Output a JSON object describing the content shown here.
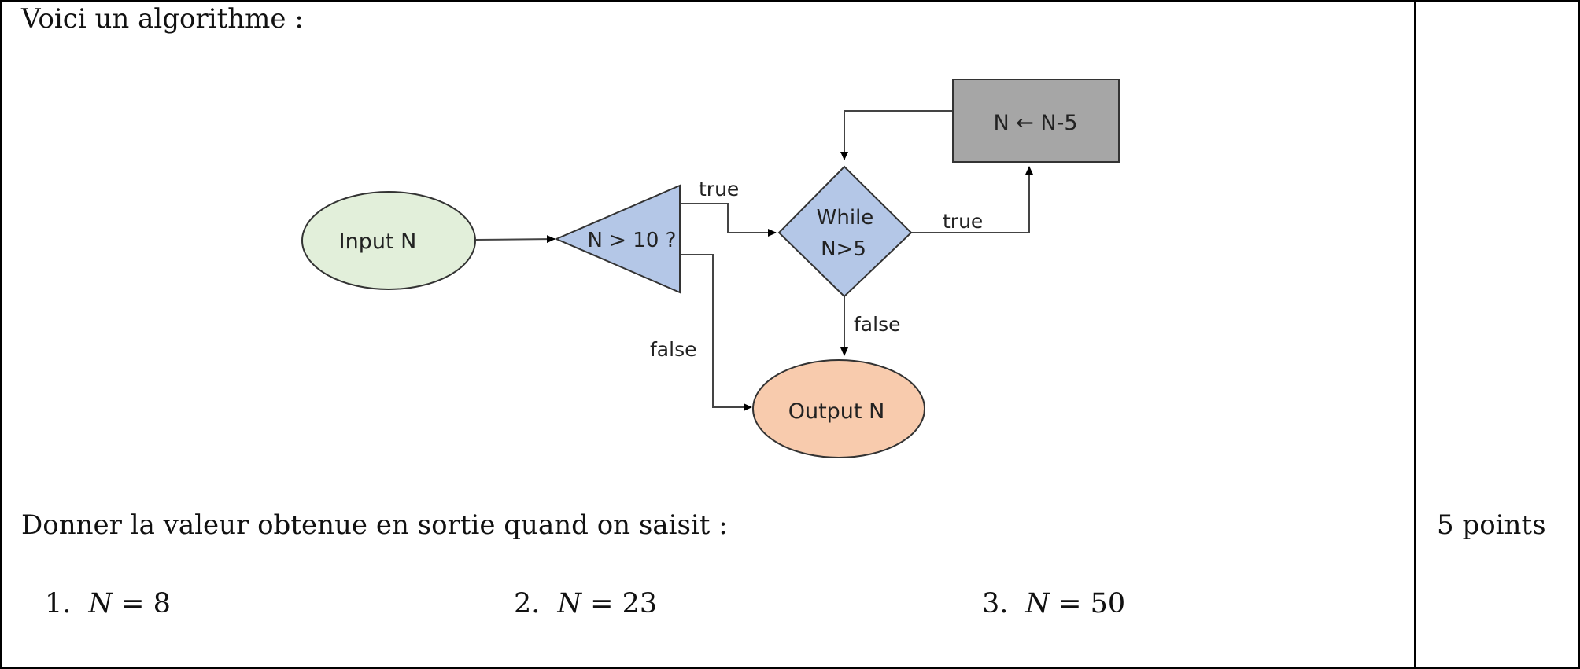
{
  "intro": "Voici un algorithme :",
  "diagram": {
    "input_label": "Input N",
    "test_label": "N > 10 ?",
    "loop_line1": "While",
    "loop_line2": "N>5",
    "assign_label": "N ← N-5",
    "output_label": "Output N",
    "edge_true_1": "true",
    "edge_true_2": "true",
    "edge_false_1": "false",
    "edge_false_2": "false",
    "colors": {
      "input_fill": "#e2efda",
      "test_fill": "#b4c7e7",
      "loop_fill": "#b4c7e7",
      "assign_fill": "#a6a6a6",
      "output_fill": "#f8cbad"
    }
  },
  "question": "Donner la valeur obtenue en sortie quand on saisit :",
  "points": "5 points",
  "items": [
    {
      "num": "1.",
      "var": "N",
      "rest": " = 8"
    },
    {
      "num": "2.",
      "var": "N",
      "rest": " = 23"
    },
    {
      "num": "3.",
      "var": "N",
      "rest": " = 50"
    }
  ]
}
